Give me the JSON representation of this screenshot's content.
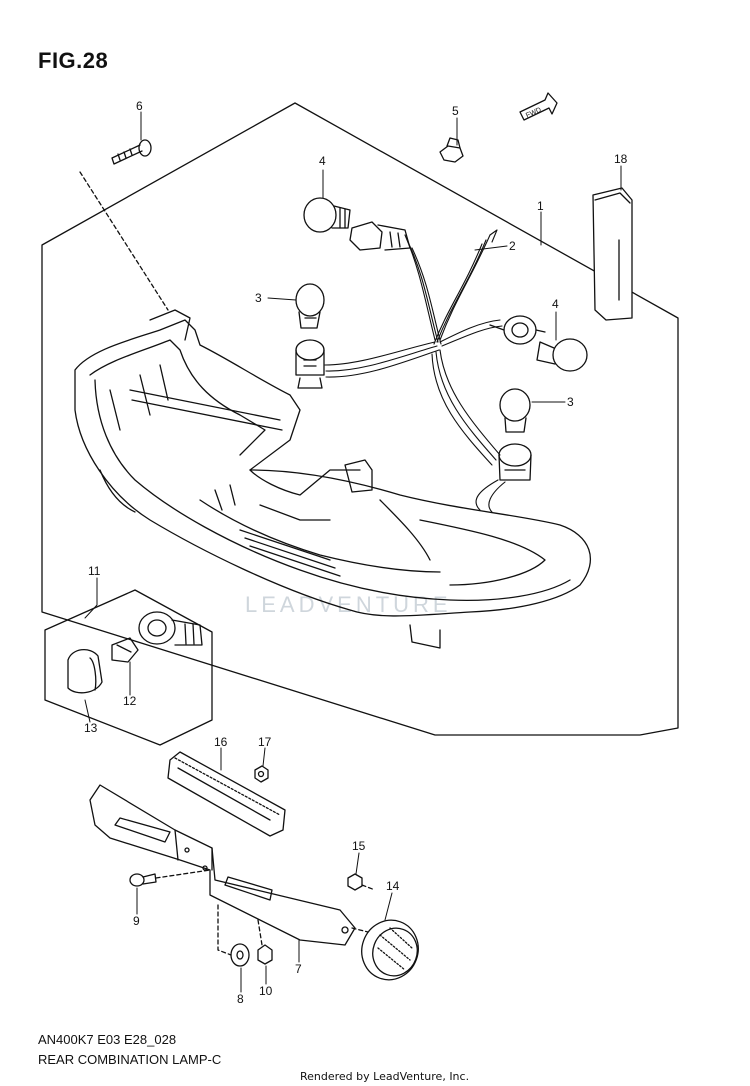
{
  "figure": {
    "title": "FIG.28",
    "diagram_code": "AN400K7 E03 E28_028",
    "diagram_name": "REAR COMBINATION LAMP-C",
    "credit": "Rendered by LeadVenture, Inc.",
    "fwd_label": "FWD",
    "watermark": "LEADVENTURE"
  },
  "callouts": [
    {
      "id": "c1",
      "label": "1"
    },
    {
      "id": "c2",
      "label": "2"
    },
    {
      "id": "c3a",
      "label": "3"
    },
    {
      "id": "c3b",
      "label": "3"
    },
    {
      "id": "c4a",
      "label": "4"
    },
    {
      "id": "c4b",
      "label": "4"
    },
    {
      "id": "c5",
      "label": "5"
    },
    {
      "id": "c6",
      "label": "6"
    },
    {
      "id": "c7",
      "label": "7"
    },
    {
      "id": "c8",
      "label": "8"
    },
    {
      "id": "c9",
      "label": "9"
    },
    {
      "id": "c10",
      "label": "10"
    },
    {
      "id": "c11",
      "label": "11"
    },
    {
      "id": "c12",
      "label": "12"
    },
    {
      "id": "c13",
      "label": "13"
    },
    {
      "id": "c14",
      "label": "14"
    },
    {
      "id": "c15",
      "label": "15"
    },
    {
      "id": "c16",
      "label": "16"
    },
    {
      "id": "c17",
      "label": "17"
    },
    {
      "id": "c18",
      "label": "18"
    }
  ]
}
